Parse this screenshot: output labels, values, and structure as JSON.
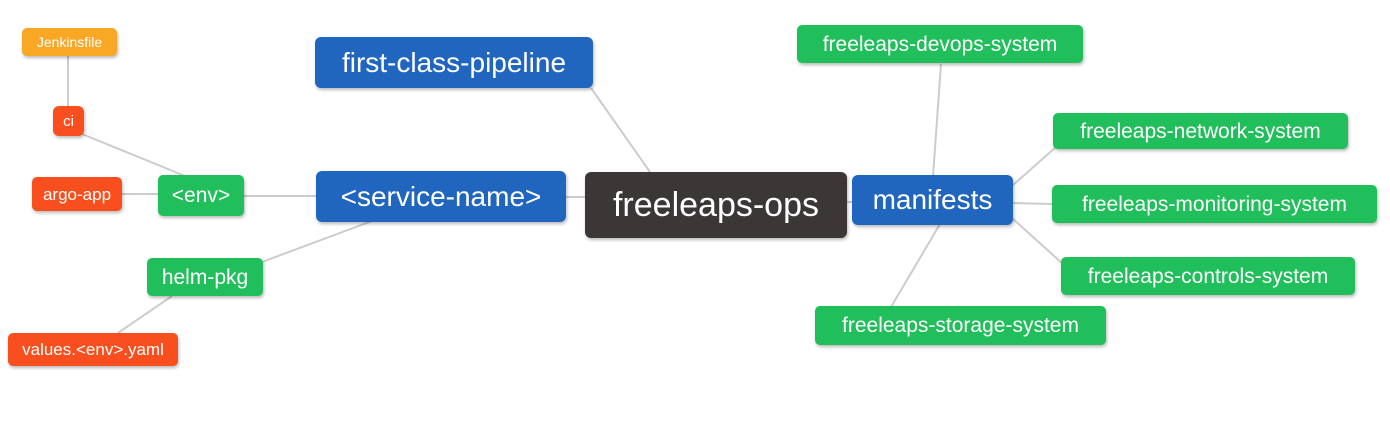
{
  "diagram": {
    "type": "mindmap",
    "root": "freeleaps-ops",
    "palette": {
      "node_blue": "#2066bf",
      "node_green": "#21bf5b",
      "node_amber": "#f9a826",
      "node_orange_red": "#f94f1e",
      "node_dark": "#3b3737",
      "edge_gray": "#cccccc",
      "node_text": "#ffffff",
      "background": "#ffffff"
    },
    "nodes": {
      "jenkinsfile": {
        "label": "Jenkinsfile",
        "color": "amber"
      },
      "ci": {
        "label": "ci",
        "color": "orange_red"
      },
      "argo_app": {
        "label": "argo-app",
        "color": "orange_red"
      },
      "env": {
        "label": "<env>",
        "color": "green"
      },
      "helm_pkg": {
        "label": "helm-pkg",
        "color": "green"
      },
      "values_env_yaml": {
        "label": "values.<env>.yaml",
        "color": "orange_red"
      },
      "first_class_pipeline": {
        "label": "first-class-pipeline",
        "color": "blue"
      },
      "service_name": {
        "label": "<service-name>",
        "color": "blue"
      },
      "freeleaps_ops": {
        "label": "freeleaps-ops",
        "color": "dark"
      },
      "manifests": {
        "label": "manifests",
        "color": "blue"
      },
      "devops_system": {
        "label": "freeleaps-devops-system",
        "color": "green"
      },
      "network_system": {
        "label": "freeleaps-network-system",
        "color": "green"
      },
      "monitoring_system": {
        "label": "freeleaps-monitoring-system",
        "color": "green"
      },
      "controls_system": {
        "label": "freeleaps-controls-system",
        "color": "green"
      },
      "storage_system": {
        "label": "freeleaps-storage-system",
        "color": "green"
      }
    },
    "edges": [
      [
        "jenkinsfile",
        "ci"
      ],
      [
        "ci",
        "env"
      ],
      [
        "argo_app",
        "env"
      ],
      [
        "env",
        "service_name"
      ],
      [
        "helm_pkg",
        "service_name"
      ],
      [
        "values_env_yaml",
        "helm_pkg"
      ],
      [
        "first_class_pipeline",
        "freeleaps_ops"
      ],
      [
        "service_name",
        "freeleaps_ops"
      ],
      [
        "freeleaps_ops",
        "manifests"
      ],
      [
        "manifests",
        "devops_system"
      ],
      [
        "manifests",
        "network_system"
      ],
      [
        "manifests",
        "monitoring_system"
      ],
      [
        "manifests",
        "controls_system"
      ],
      [
        "manifests",
        "storage_system"
      ]
    ]
  }
}
